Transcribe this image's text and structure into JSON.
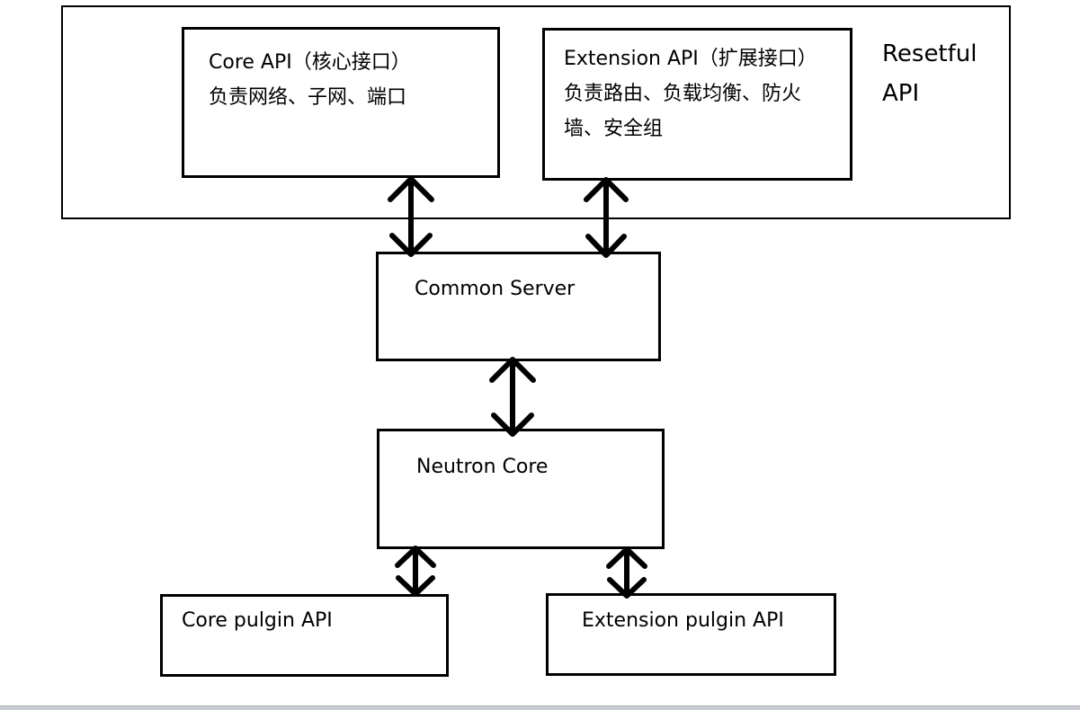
{
  "diagram": {
    "core_api": {
      "title": "Core API（核心接口）",
      "desc": "负责网络、子网、端口"
    },
    "extension_api": {
      "title": "Extension API（扩展接口）",
      "desc": "负责路由、负载均衡、防火\n墙、安全组"
    },
    "resetful_api": "Resetful\nAPI",
    "common_server": "Common Server",
    "neutron_core": "Neutron Core",
    "core_plugin_api": "Core pulgin API",
    "extension_plugin_api": "Extension pulgin API"
  },
  "colors": {
    "stroke": "#000000",
    "background": "#ffffff"
  }
}
